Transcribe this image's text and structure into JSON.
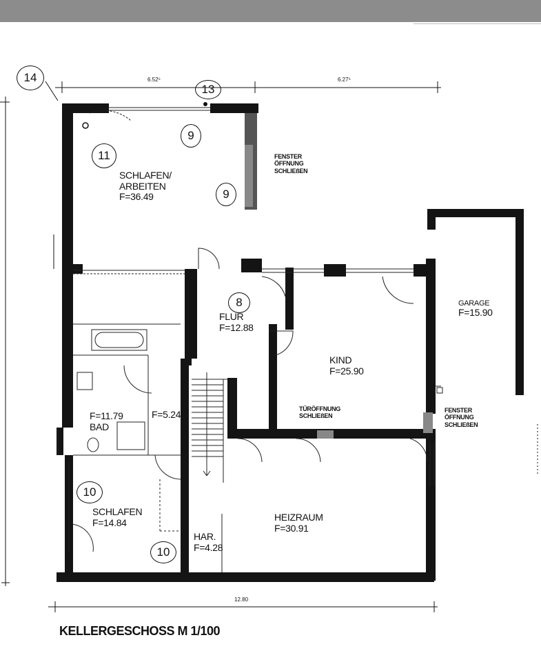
{
  "plan_title": "KELLERGESCHOSS M 1/100",
  "dimensions": {
    "left_width": "6.52⁵",
    "right_width": "6.27⁵",
    "total_width": "12.80"
  },
  "rooms": [
    {
      "id": "schlafen-arbeiten",
      "name_line1": "SCHLAFEN/",
      "name_line2": "ARBEITEN",
      "area": "F=36.49"
    },
    {
      "id": "flur",
      "name": "FLUR",
      "area": "F=12.88"
    },
    {
      "id": "kind",
      "name": "KIND",
      "area": "F=25.90"
    },
    {
      "id": "garage",
      "name": "GARAGE",
      "area": "F=15.90"
    },
    {
      "id": "bad",
      "name": "BAD",
      "area": "F=11.79"
    },
    {
      "id": "unlabeled",
      "area": "F=5.24"
    },
    {
      "id": "schlafen",
      "name": "SCHLAFEN",
      "area": "F=14.84"
    },
    {
      "id": "heizraum",
      "name": "HEIZRAUM",
      "area": "F=30.91"
    },
    {
      "id": "har",
      "name": "HAR.",
      "area": "F=4.28"
    }
  ],
  "notes": {
    "fenster1": [
      "FENSTER",
      "ÖFFNUNG",
      "SCHLIEßEN"
    ],
    "fenster2": [
      "FENSTER",
      "ÖFFNUNG",
      "SCHLIEßEN"
    ],
    "tueroeffnung": [
      "TÜRÖFFNUNG",
      "SCHLIEßEN"
    ]
  },
  "markers": [
    "14",
    "13",
    "11",
    "9",
    "9",
    "8",
    "10",
    "10"
  ]
}
